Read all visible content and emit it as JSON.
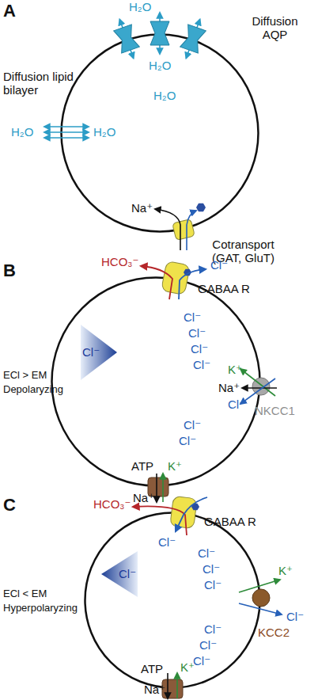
{
  "diagram": {
    "nodes": [
      {
        "text": [
          "H₂O",
          "H₂O",
          "H₂O",
          "Na⁺"
        ]
      },
      {
        "text": [
          "Cl⁻",
          "Cl⁻",
          "Cl⁻",
          "Cl⁻",
          "Cl⁻",
          "Cl⁻",
          "K⁺",
          "Na⁺",
          "Cl⁻",
          "ATP",
          "K⁺"
        ]
      },
      {
        "text": [
          "Cl⁻"
        ],
        "in": 1
      },
      {
        "text": [
          "Cl⁻",
          "Cl⁻",
          "Cl⁻",
          "Cl⁻",
          "Cl⁻",
          "Cl⁻",
          "Cl⁻",
          "ATP",
          "K⁺"
        ]
      },
      {
        "text": [
          "Cl⁻"
        ],
        "in": 3
      }
    ],
    "labels": [
      "A",
      "H₂O",
      "Diffusion AQP",
      "Diffusion lipid bilayer",
      "H₂O",
      "Cotransport (GAT, GluT)",
      "B",
      "HCO₃⁻",
      "Cl⁻",
      "GABAA R",
      "ECl > EM",
      "Depolaryzing",
      "NKCC1",
      "Na⁺",
      "C",
      "HCO₃⁻",
      "GABAA R",
      "ECl < EM",
      "Hyperpolaryzing",
      "KCC2",
      "K⁺",
      "Cl⁻",
      "Na⁺"
    ]
  }
}
